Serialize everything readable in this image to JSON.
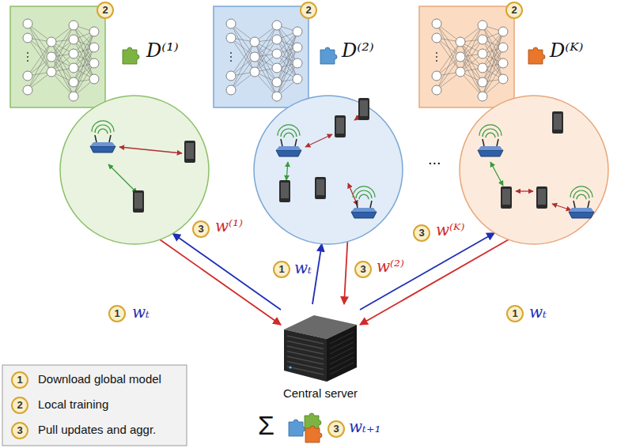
{
  "diagram": {
    "nodes": [
      {
        "text": [
          "D⁽¹⁾"
        ]
      },
      {
        "text": [
          "D⁽²⁾"
        ]
      },
      {
        "text": [
          "D⁽ᴷ⁾"
        ]
      },
      {
        "text": [
          "Central server"
        ]
      }
    ],
    "edges": [
      {
        "from": 3,
        "to": 0,
        "arrow": "to",
        "label": "wₜ"
      },
      {
        "from": 0,
        "to": 3,
        "arrow": "to",
        "label": "w⁽¹⁾"
      },
      {
        "from": 3,
        "to": 1,
        "arrow": "to",
        "label": "wₜ"
      },
      {
        "from": 1,
        "to": 3,
        "arrow": "to",
        "label": "w⁽²⁾"
      },
      {
        "from": 3,
        "to": 2,
        "arrow": "to",
        "label": "wₜ"
      },
      {
        "from": 2,
        "to": 3,
        "arrow": "to",
        "label": "w⁽ᴷ⁾"
      }
    ],
    "labels": [
      "2",
      "2",
      "2",
      "...",
      "1",
      "3",
      "1",
      "3",
      "3",
      "1",
      "Σ",
      "3",
      "wₜ₊₁",
      "1",
      "2",
      "3"
    ],
    "legend": [
      {
        "text": "Download global model"
      },
      {
        "text": "Local training"
      },
      {
        "text": "Pull updates and aggr."
      }
    ]
  }
}
